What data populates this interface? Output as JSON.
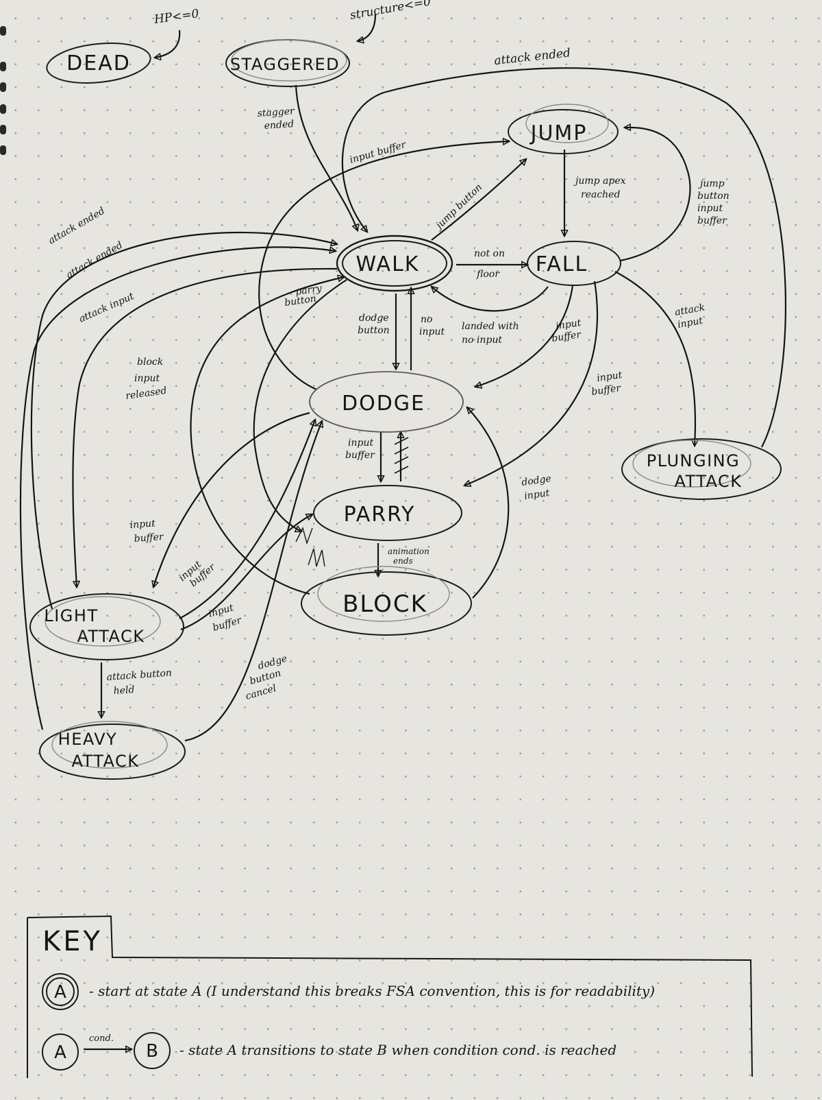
{
  "states": {
    "dead": "DEAD",
    "staggered": "STAGGERED",
    "jump": "JUMP",
    "walk": "WALK",
    "fall": "FALL",
    "dodge": "DODGE",
    "parry": "PARRY",
    "block": "BLOCK",
    "plunging_attack": [
      "PLUNGING",
      "ATTACK"
    ],
    "light_attack": [
      "LIGHT",
      "ATTACK"
    ],
    "heavy_attack": [
      "HEAVY",
      "ATTACK"
    ]
  },
  "transitions": {
    "hp_dead": "HP<=0",
    "structure_stagger": "structure<=0",
    "attack_ended_top": "attack ended",
    "stagger_ended": [
      "stagger",
      "ended"
    ],
    "input_buffer_jump": "input buffer",
    "jump_button": "jump button",
    "jump_apex": [
      "jump apex",
      "reached"
    ],
    "jump_buffer": [
      "jump",
      "button",
      "input",
      "buffer"
    ],
    "attack_ended_1": "attack ended",
    "attack_ended_2": "attack ended",
    "attack_input_left": "attack input",
    "not_on_floor": [
      "not on",
      "floor"
    ],
    "parry_button": [
      "parry",
      "button"
    ],
    "dodge_button": [
      "dodge",
      "button"
    ],
    "no_input": [
      "no",
      "input"
    ],
    "landed": [
      "landed with",
      "no input"
    ],
    "fall_input_buffer": [
      "input",
      "buffer"
    ],
    "attack_input_plunge": [
      "attack",
      "input"
    ],
    "block_released": [
      "block",
      "input",
      "released"
    ],
    "fall_input_buffer_2": [
      "input",
      "buffer"
    ],
    "dodge_to_parry": [
      "input",
      "buffer"
    ],
    "dodge_input": [
      "dodge",
      "input"
    ],
    "animation_ends": [
      "animation",
      "ends"
    ],
    "input_buffer_light": [
      "input",
      "buffer"
    ],
    "input_buffer_la1": [
      "input",
      "buffer"
    ],
    "input_buffer_la2": [
      "input",
      "buffer"
    ],
    "attack_button_held": [
      "attack button",
      "held"
    ],
    "dodge_button_cancel": [
      "dodge",
      "button",
      "cancel"
    ]
  },
  "key": {
    "title": "KEY",
    "start_letter": "A",
    "start_text": "- start at state A (I understand this breaks FSA convention, this is for readability)",
    "trans_letter_a": "A",
    "trans_letter_b": "B",
    "trans_cond": "cond.",
    "trans_text": "- state A transitions to state B when condition cond. is reached"
  }
}
